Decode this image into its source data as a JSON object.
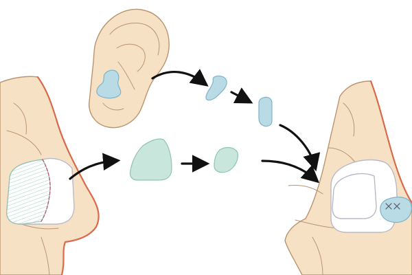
{
  "figure": {
    "colors": {
      "background": "#ffffff",
      "skin": "#f7e1c4",
      "skin_outline": "#b8946f",
      "nose_edge": "#d9694a",
      "ear_cartilage": "#b9dbe6",
      "ear_cartilage_outline": "#7fb2c6",
      "septal_cartilage": "#c8e6dc",
      "septal_cartilage_outline": "#8fc3b2",
      "implant": "#ffffff",
      "implant_outline": "#b9b9c6",
      "arrow": "#111111",
      "suture": "#555566"
    },
    "steps": [
      {
        "id": "ear-donor-site",
        "icon": "ear-icon"
      },
      {
        "id": "septum-donor-site",
        "icon": "nose-profile-icon"
      },
      {
        "id": "ear-cartilage-harvest",
        "icon": "cartilage-piece-icon"
      },
      {
        "id": "ear-cartilage-shaped",
        "icon": "cartilage-piece-icon"
      },
      {
        "id": "ear-cartilage-carved",
        "icon": "cartilage-piece-icon"
      },
      {
        "id": "septal-cartilage-harvest",
        "icon": "cartilage-piece-icon"
      },
      {
        "id": "septal-cartilage-shaped",
        "icon": "cartilage-piece-icon"
      },
      {
        "id": "reconstructed-nose",
        "icon": "nose-profile-icon"
      }
    ]
  }
}
